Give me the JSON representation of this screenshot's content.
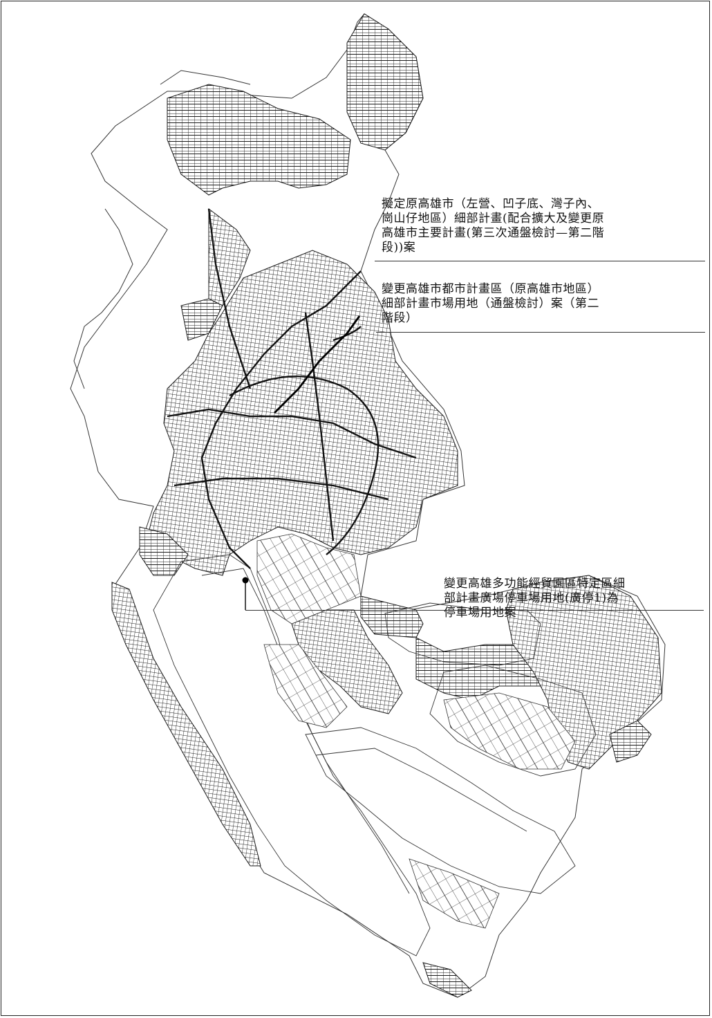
{
  "map": {
    "annotations": [
      {
        "id": "zuoying",
        "text": "擬定原高雄市（左營、凹子底、灣子內、\n崗山仔地區）細部計畫(配合擴大及變更原\n高雄市主要計畫(第三次通盤檢討—第二階\n段))案"
      },
      {
        "id": "market",
        "text": "變更高雄市都市計畫區（原高雄市地區）\n細部計畫市場用地（通盤檢討）案（第二\n階段）"
      },
      {
        "id": "parking",
        "text": "變更高雄多功能經貿園區特定區細\n部計畫廣場停車場用地(廣停1)為\n停車場用地案"
      }
    ],
    "style": {
      "stroke": "#1a1a1a",
      "background": "#ffffff",
      "border": "#222222"
    }
  }
}
